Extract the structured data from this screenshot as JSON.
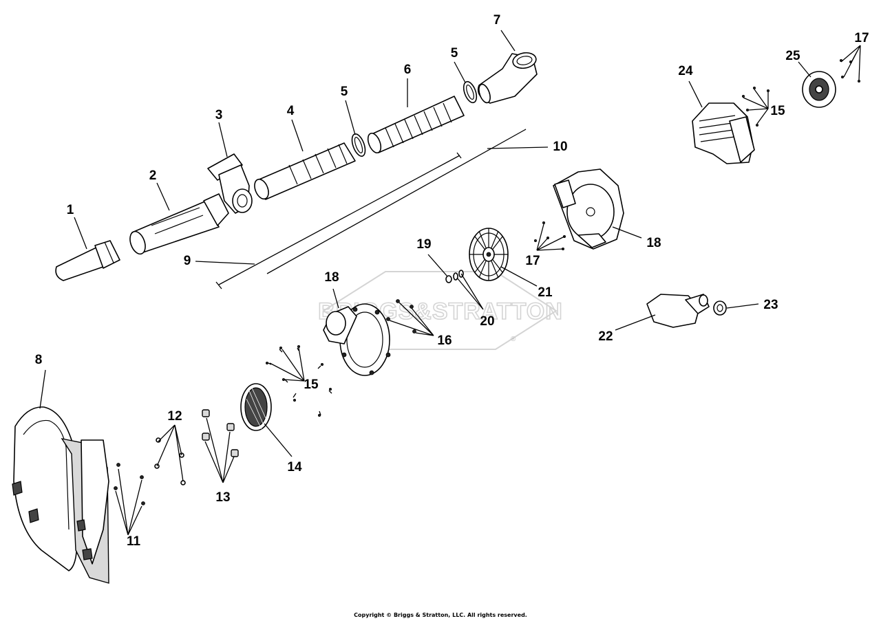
{
  "watermark": {
    "brand_text": "BRIGGS&STRATTON",
    "registered_mark": "®"
  },
  "copyright": "Copyright © Briggs & Stratton, LLC. All rights reserved.",
  "callouts": {
    "c1": "1",
    "c2": "2",
    "c3": "3",
    "c4": "4",
    "c5a": "5",
    "c5b": "5",
    "c6": "6",
    "c7": "7",
    "c8": "8",
    "c9": "9",
    "c10": "10",
    "c11": "11",
    "c12": "12",
    "c13": "13",
    "c14": "14",
    "c15a": "15",
    "c15b": "15",
    "c16": "16",
    "c17a": "17",
    "c17b": "17",
    "c18a": "18",
    "c18b": "18",
    "c19": "19",
    "c20": "20",
    "c21": "21",
    "c22": "22",
    "c23": "23",
    "c24": "24",
    "c25": "25"
  }
}
